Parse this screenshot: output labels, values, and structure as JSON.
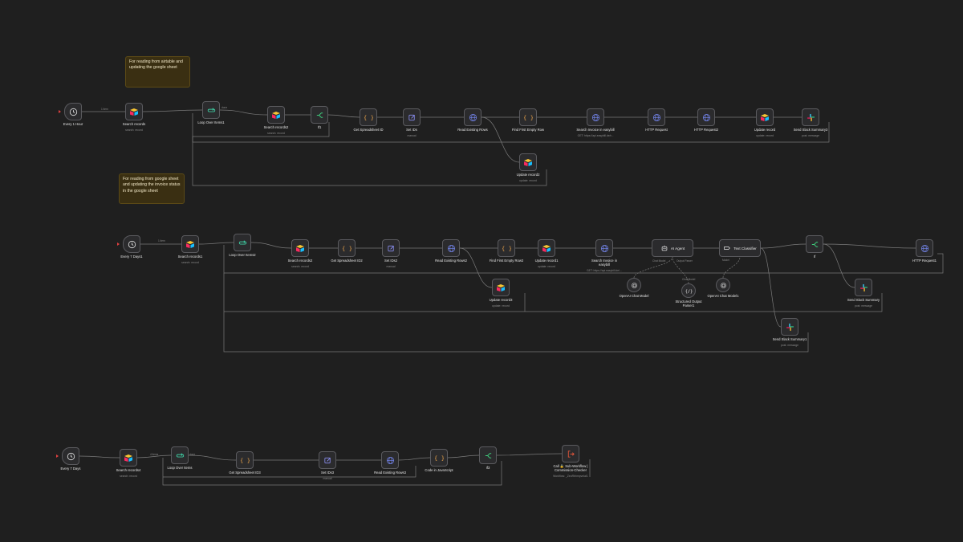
{
  "colors": {
    "background": "#1f1f1f",
    "wire": "#7a7a7a",
    "node_bg": "#2b2b2d",
    "node_border": "#5a5a5e",
    "note_bg": "#3a2f12",
    "http_icon": "#6f7fe0",
    "code_icon": "#e8a24a",
    "edit_icon": "#8a8ef0",
    "loop_icon": "#3ec9a0",
    "switch_icon": "#3ec97a",
    "subworkflow_icon": "#e0553a",
    "trigger_marker": "#e04040"
  },
  "notes": [
    {
      "id": "note1",
      "text": "For reading from airtable and updating the google sheet"
    },
    {
      "id": "note2",
      "text": "For reading from google sheet and updating the invoice status in the google sheet"
    }
  ],
  "nodes": [
    {
      "id": "w1_every",
      "label": "Every 1 Hour",
      "sub": "",
      "icon": "clock-icon",
      "kind": "trigger"
    },
    {
      "id": "w1_search",
      "label": "Search records",
      "sub": "search: record",
      "icon": "airtable-icon"
    },
    {
      "id": "w1_loop",
      "label": "Loop Over Items1",
      "sub": "",
      "icon": "loop-icon"
    },
    {
      "id": "w1_search2",
      "label": "Search records2",
      "sub": "search: record",
      "icon": "airtable-icon"
    },
    {
      "id": "w1_if1",
      "label": "If1",
      "sub": "",
      "icon": "switch-icon"
    },
    {
      "id": "w1_getid",
      "label": "Get Spreadsheet ID",
      "sub": "",
      "icon": "braces-icon"
    },
    {
      "id": "w1_setid",
      "label": "Set IDs",
      "sub": "manual",
      "icon": "edit-icon"
    },
    {
      "id": "w1_read",
      "label": "Read Existing Rows",
      "sub": "",
      "icon": "globe-icon"
    },
    {
      "id": "w1_find",
      "label": "Find First Empty Row",
      "sub": "",
      "icon": "braces-icon"
    },
    {
      "id": "w1_searchinv",
      "label": "Search Invoice in easybill",
      "sub": "GET: https://api.easybill.de/r...",
      "icon": "globe-icon"
    },
    {
      "id": "w1_http",
      "label": "HTTP Request",
      "sub": "",
      "icon": "globe-icon"
    },
    {
      "id": "w1_http2",
      "label": "HTTP Request2",
      "sub": "",
      "icon": "globe-icon"
    },
    {
      "id": "w1_update",
      "label": "Update record",
      "sub": "update: record",
      "icon": "airtable-icon"
    },
    {
      "id": "w1_slack3",
      "label": "Send Slack Summary3",
      "sub": "post: message",
      "icon": "slack-icon"
    },
    {
      "id": "w1_update2",
      "label": "Update record2",
      "sub": "update: record",
      "icon": "airtable-icon"
    },
    {
      "id": "w2_every",
      "label": "Every 7 Days1",
      "sub": "",
      "icon": "clock-icon",
      "kind": "trigger"
    },
    {
      "id": "w2_search1",
      "label": "Search records1",
      "sub": "search: record",
      "icon": "airtable-icon"
    },
    {
      "id": "w2_loop",
      "label": "Loop Over Items2",
      "sub": "",
      "icon": "loop-icon"
    },
    {
      "id": "w2_search2",
      "label": "Search records2",
      "sub": "search: record",
      "icon": "airtable-icon"
    },
    {
      "id": "w2_getid",
      "label": "Get Spreadsheet ID2",
      "sub": "",
      "icon": "braces-icon"
    },
    {
      "id": "w2_setid",
      "label": "Set IDs2",
      "sub": "manual",
      "icon": "edit-icon"
    },
    {
      "id": "w2_read",
      "label": "Read Existing Rows2",
      "sub": "",
      "icon": "globe-icon"
    },
    {
      "id": "w2_find",
      "label": "Find First Empty Row2",
      "sub": "",
      "icon": "braces-icon"
    },
    {
      "id": "w2_update",
      "label": "Update record1",
      "sub": "update: record",
      "icon": "airtable-icon"
    },
    {
      "id": "w2_searchinv",
      "label": "Search Invoice in easybill",
      "sub": "GET: https://api.easybill.de/...",
      "icon": "globe-icon"
    },
    {
      "id": "w2_agent",
      "label": "AI Agent",
      "sub": "",
      "icon": "robot-icon",
      "kind": "wide"
    },
    {
      "id": "w2_classifier",
      "label": "Text Classifier",
      "sub": "",
      "icon": "tag-icon",
      "kind": "wide"
    },
    {
      "id": "w2_if",
      "label": "If",
      "sub": "",
      "icon": "switch-icon"
    },
    {
      "id": "w2_http1",
      "label": "HTTP Request1",
      "sub": "",
      "icon": "globe-icon"
    },
    {
      "id": "w2_update3",
      "label": "Update record3",
      "sub": "update: record",
      "icon": "airtable-icon"
    },
    {
      "id": "w2_openai",
      "label": "OpenAI Chat Model",
      "sub": "",
      "icon": "openai-icon",
      "kind": "circle"
    },
    {
      "id": "w2_parser",
      "label": "Structured Output Parser1",
      "sub": "",
      "icon": "parser-icon",
      "kind": "circle"
    },
    {
      "id": "w2_openai1",
      "label": "OpenAI Chat Model1",
      "sub": "",
      "icon": "openai-icon",
      "kind": "circle"
    },
    {
      "id": "w2_slack",
      "label": "Send Slack Summary",
      "sub": "post: message",
      "icon": "slack-icon"
    },
    {
      "id": "w2_slack1",
      "label": "Send Slack Summary1",
      "sub": "post: message",
      "icon": "slack-icon"
    },
    {
      "id": "w3_every",
      "label": "Every 7 Days",
      "sub": "",
      "icon": "clock-icon",
      "kind": "trigger"
    },
    {
      "id": "w3_search",
      "label": "Search records4",
      "sub": "search: record",
      "icon": "airtable-icon"
    },
    {
      "id": "w3_loop",
      "label": "Loop Over Items",
      "sub": "",
      "icon": "loop-icon"
    },
    {
      "id": "w3_getid",
      "label": "Get Spreadsheet ID3",
      "sub": "",
      "icon": "braces-icon"
    },
    {
      "id": "w3_setid",
      "label": "Set IDs3",
      "sub": "manual",
      "icon": "edit-icon"
    },
    {
      "id": "w3_read",
      "label": "Read Existing Rows3",
      "sub": "",
      "icon": "globe-icon"
    },
    {
      "id": "w3_code",
      "label": "Code in JavaScript",
      "sub": "",
      "icon": "braces-icon"
    },
    {
      "id": "w3_if3",
      "label": "If3",
      "sub": "",
      "icon": "switch-icon"
    },
    {
      "id": "w3_call",
      "label": "Call 🔒 Sub-Workflow | Commission-Checker",
      "sub": "Workflow: _ZeoRbhmpvnIaI1",
      "icon": "subworkflow-icon"
    }
  ],
  "port_labels": [
    {
      "id": "p1",
      "text": "1 item"
    },
    {
      "id": "p2",
      "text": "done"
    },
    {
      "id": "p3",
      "text": "1 item"
    },
    {
      "id": "p4",
      "text": "4 items"
    },
    {
      "id": "p5",
      "text": "done"
    },
    {
      "id": "p6",
      "text": "Chat Model"
    },
    {
      "id": "p7",
      "text": "Output Parser"
    },
    {
      "id": "p8",
      "text": "Chat Model"
    },
    {
      "id": "p9",
      "text": "Model"
    }
  ]
}
